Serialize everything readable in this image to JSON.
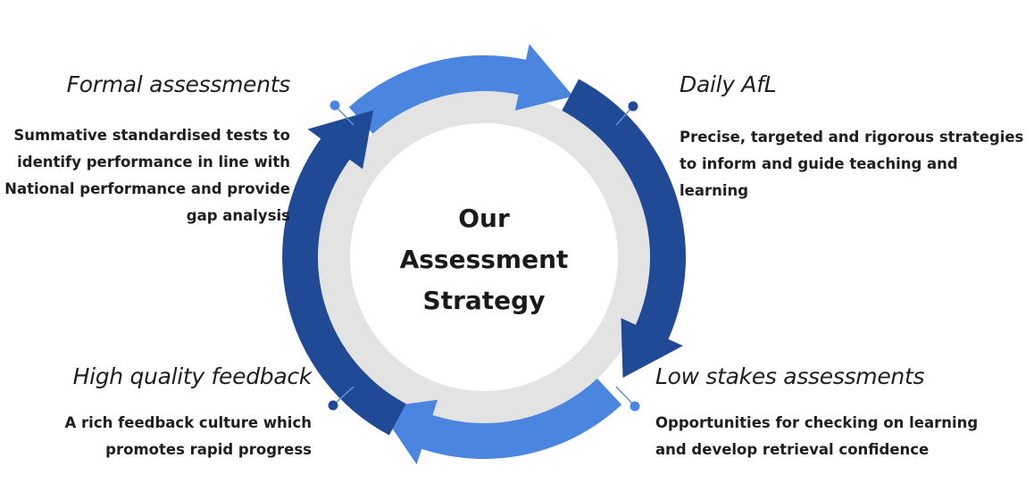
{
  "center": {
    "line1": "Our",
    "line2": "Assessment",
    "line3": "Strategy"
  },
  "quadrants": {
    "formal": {
      "title": "Formal assessments",
      "lines": [
        "Summative standardised tests to",
        "identify performance in line with",
        "National performance and provide",
        "gap analysis"
      ]
    },
    "daily": {
      "title": "Daily AfL",
      "lines": [
        "Precise, targeted and rigorous strategies",
        "to inform and guide teaching and",
        "learning"
      ]
    },
    "feedback": {
      "title": "High quality feedback",
      "lines": [
        "A rich feedback culture which",
        "promotes rapid progress"
      ]
    },
    "lowstakes": {
      "title": "Low stakes assessments",
      "lines": [
        "Opportunities for checking on learning",
        "and develop retrieval confidence"
      ]
    }
  },
  "colors": {
    "light_blue": "#4a86e0",
    "dark_blue": "#204a95",
    "inner_ring": "#e3e3e3",
    "connector": "#6a8fc8"
  },
  "arrow_order": [
    "light_blue",
    "dark_blue",
    "light_blue",
    "dark_blue"
  ]
}
